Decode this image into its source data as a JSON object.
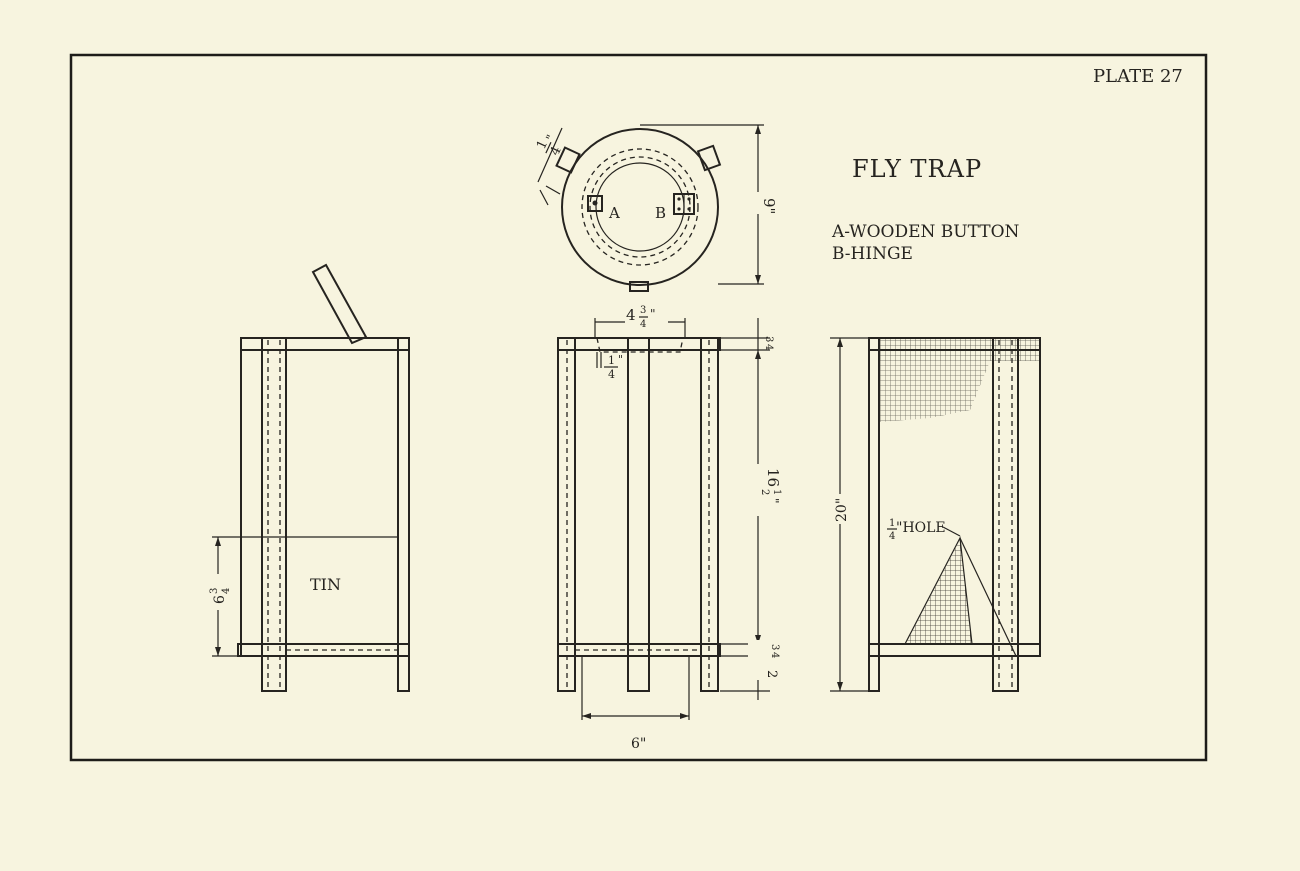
{
  "plate": "PLATE 27",
  "title": "FLY TRAP",
  "legend": [
    "A-WOODEN BUTTON",
    "B-HINGE"
  ],
  "labels": {
    "a": "A",
    "b": "B",
    "tin": "TIN",
    "hole_frac_num": "1",
    "hole_frac_den": "4",
    "hole_label": "\"HOLE"
  },
  "dimensions": {
    "top_quarter_num": "1",
    "top_quarter_den": "4",
    "top_quarter_unit": "\"",
    "diameter": "9\"",
    "top_width_whole": "4",
    "top_width_num": "3",
    "top_width_den": "4",
    "top_width_unit": "\"",
    "inset_num": "1",
    "inset_den": "4",
    "inset_unit": "\"",
    "rim_num": "3",
    "rim_den": "4",
    "body_whole": "16",
    "body_num": "1",
    "body_den": "2",
    "body_unit": "\"",
    "leg_whole": "2",
    "leg_num": "3",
    "leg_den": "4",
    "base_width": "6\"",
    "height": "20\"",
    "tin_whole": "6",
    "tin_num": "3",
    "tin_den": "4"
  }
}
